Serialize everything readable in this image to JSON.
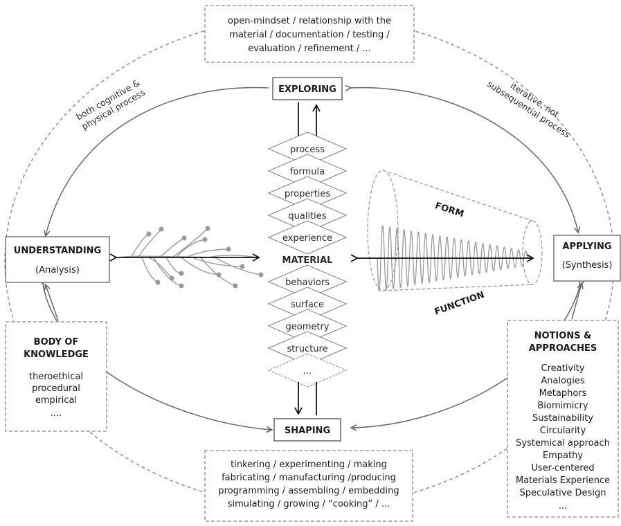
{
  "top_note": {
    "lines": [
      "open-mindset / relationship with the",
      "material / documentation / testing /",
      "evaluation / refinement / ..."
    ]
  },
  "exploring": {
    "label": "EXPLORING"
  },
  "shaping": {
    "label": "SHAPING"
  },
  "understanding": {
    "label": "UNDERSTANDING",
    "sub": "(Analysis)"
  },
  "applying": {
    "label": "APPLYING",
    "sub": "(Synthesis)"
  },
  "left_arc_note": {
    "line1": "both cognitive &",
    "line2": "physical process"
  },
  "right_arc_note": {
    "line1": "iterative, not",
    "line2": "subsequential process"
  },
  "stack": {
    "items": [
      "process",
      "formula",
      "properties",
      "qualities",
      "experience",
      "MATERIAL",
      "behaviors",
      "surface",
      "geometry",
      "structure",
      "..."
    ]
  },
  "cone": {
    "form": "FORM",
    "function": "FUNCTION"
  },
  "body_of_knowledge": {
    "title1": "BODY OF",
    "title2": "KNOWLEDGE",
    "items": [
      "theroethical",
      "procedural",
      "empirical",
      "...."
    ]
  },
  "notions": {
    "title1": "NOTIONS &",
    "title2": "APPROACHES",
    "items": [
      "Creativity",
      "Analogies",
      "Metaphors",
      "Biomimicry",
      "Sustainability",
      "Circularity",
      "Systemical approach",
      "Empathy",
      "User-centered",
      "Materials Experience",
      "Speculative Design",
      "..."
    ]
  },
  "bottom_note": {
    "lines": [
      "tinkering / experimenting / making",
      "fabricating / manufacturing /producing",
      "programming / assembling / embedding",
      "simulating / growing / “cooking” / ..."
    ]
  }
}
